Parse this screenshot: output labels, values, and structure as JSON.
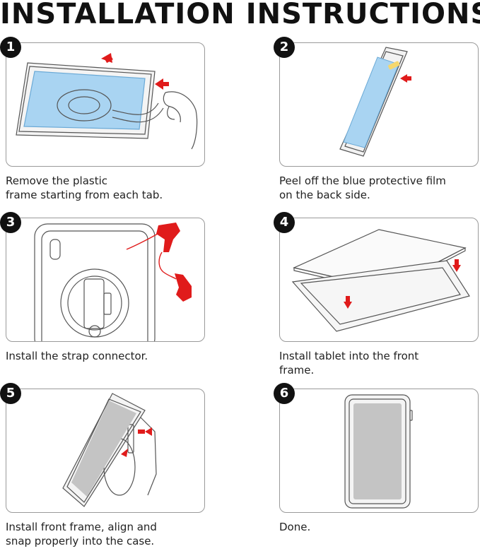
{
  "title": "INSTALLATION INSTRUCTIONS",
  "steps": [
    {
      "number": "1",
      "caption": "Remove the plastic\nframe starting from each tab."
    },
    {
      "number": "2",
      "caption": "Peel off the blue protective film\non the back side."
    },
    {
      "number": "3",
      "caption": "Install the strap connector."
    },
    {
      "number": "4",
      "caption": "Install tablet into the front\nframe."
    },
    {
      "number": "5",
      "caption": "Install front frame, align and\nsnap properly into the case."
    },
    {
      "number": "6",
      "caption": "Done."
    }
  ],
  "colors": {
    "film": "#a9d4f2",
    "arrow": "#e01b1b",
    "screen": "#c4c4c4",
    "outline": "#555555"
  }
}
